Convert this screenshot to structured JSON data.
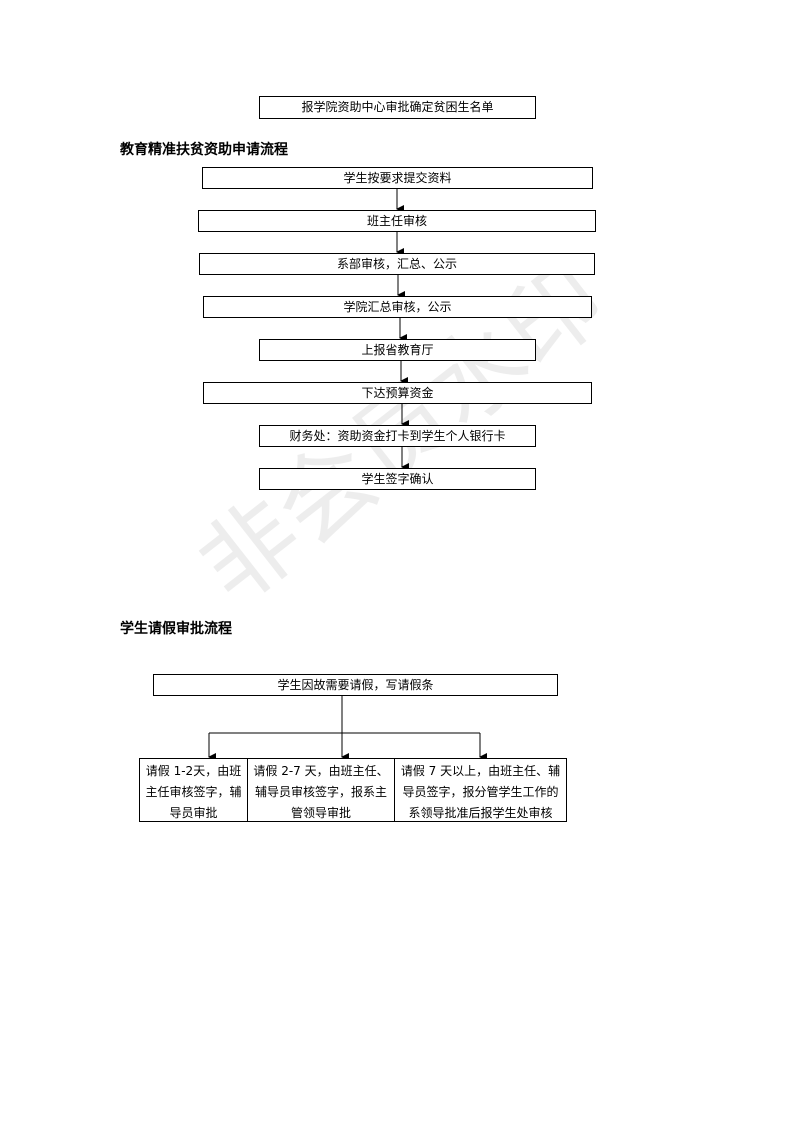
{
  "top_box": "报学院资助中心审批确定贫困生名单",
  "section1": {
    "title": "教育精准扶贫资助申请流程",
    "steps": [
      "学生按要求提交资料",
      "班主任审核",
      "系部审核，汇总、公示",
      "学院汇总审核，公示",
      "上报省教育厅",
      "下达预算资金",
      "财务处：资助资金打卡到学生个人银行卡",
      "学生签字确认"
    ]
  },
  "section2": {
    "title": "学生请假审批流程",
    "start": "学生因故需要请假，写请假条",
    "branches": [
      "请假 1-2天，由班主任审核签字，辅导员审批",
      "请假 2-7 天，由班主任、辅导员审核签字，报系主管领导审批",
      "请假 7 天以上，由班主任、辅导员签字，报分管学生工作的系领导批准后报学生处审核"
    ]
  },
  "watermark": "非会员水印"
}
